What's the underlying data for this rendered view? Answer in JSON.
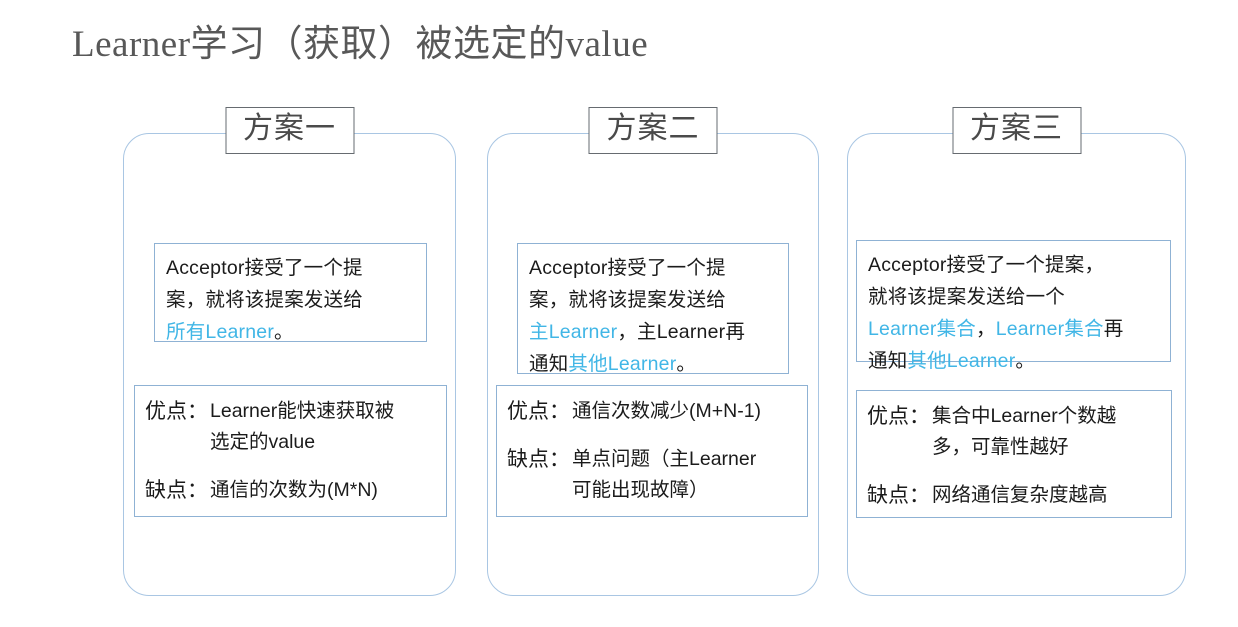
{
  "page": {
    "title": "Learner学习（获取）被选定的value",
    "background": "#ffffff"
  },
  "colors": {
    "panel_border": "#a9c6e3",
    "inner_box_border": "#8fb2d4",
    "heading_border": "#666b70",
    "highlight_text": "#41b6e6",
    "body_text": "#1b1b1b",
    "title_text": "#585858"
  },
  "panels": [
    {
      "id": "scheme-one",
      "heading": "方案一",
      "description": {
        "full_text": "Acceptor接受了一个提案，就将该提案发送给所有Learner。",
        "lines": [
          [
            {
              "t": "Acceptor接受了一个提",
              "hl": false
            }
          ],
          [
            {
              "t": "案，就将该提案发送给",
              "hl": false
            }
          ],
          [
            {
              "t": "所有Learner",
              "hl": true
            },
            {
              "t": "。",
              "hl": false
            }
          ]
        ]
      },
      "pros": {
        "label": "优点：",
        "lines": [
          "Learner能快速获取被",
          "选定的value"
        ],
        "full_text": "Learner能快速获取被选定的value"
      },
      "cons": {
        "label": "缺点：",
        "lines": [
          "通信的次数为(M*N)"
        ],
        "full_text": "通信的次数为(M*N)"
      }
    },
    {
      "id": "scheme-two",
      "heading": "方案二",
      "description": {
        "full_text": "Acceptor接受了一个提案，就将该提案发送给主Learner，主Learner再通知其他Learner。",
        "lines": [
          [
            {
              "t": "Acceptor接受了一个提",
              "hl": false
            }
          ],
          [
            {
              "t": "案，就将该提案发送给",
              "hl": false
            }
          ],
          [
            {
              "t": "主Learner",
              "hl": true
            },
            {
              "t": "，主Learner再",
              "hl": false
            }
          ],
          [
            {
              "t": "通知",
              "hl": false
            },
            {
              "t": "其他Learner",
              "hl": true
            },
            {
              "t": "。",
              "hl": false
            }
          ]
        ]
      },
      "pros": {
        "label": "优点：",
        "lines": [
          "通信次数减少(M+N-1)"
        ],
        "full_text": "通信次数减少(M+N-1)"
      },
      "cons": {
        "label": "缺点：",
        "lines": [
          "单点问题（主Learner",
          "可能出现故障）"
        ],
        "full_text": "单点问题（主Learner可能出现故障）"
      }
    },
    {
      "id": "scheme-three",
      "heading": "方案三",
      "description": {
        "full_text": "Acceptor接受了一个提案，就将该提案发送给一个Learner集合，Learner集合再通知其他Learner。",
        "lines": [
          [
            {
              "t": "Acceptor接受了一个提案，",
              "hl": false
            }
          ],
          [
            {
              "t": "就将该提案发送给一个",
              "hl": false
            }
          ],
          [
            {
              "t": "Learner集合",
              "hl": true
            },
            {
              "t": "，",
              "hl": false
            },
            {
              "t": "Learner集合",
              "hl": true
            },
            {
              "t": "再",
              "hl": false
            }
          ],
          [
            {
              "t": "通知",
              "hl": false
            },
            {
              "t": "其他Learner",
              "hl": true
            },
            {
              "t": "。",
              "hl": false
            }
          ]
        ]
      },
      "pros": {
        "label": "优点：",
        "lines": [
          "集合中Learner个数越",
          "多，可靠性越好"
        ],
        "full_text": "集合中Learner个数越多，可靠性越好"
      },
      "cons": {
        "label": "缺点：",
        "lines": [
          "网络通信复杂度越高"
        ],
        "full_text": "网络通信复杂度越高"
      }
    }
  ]
}
